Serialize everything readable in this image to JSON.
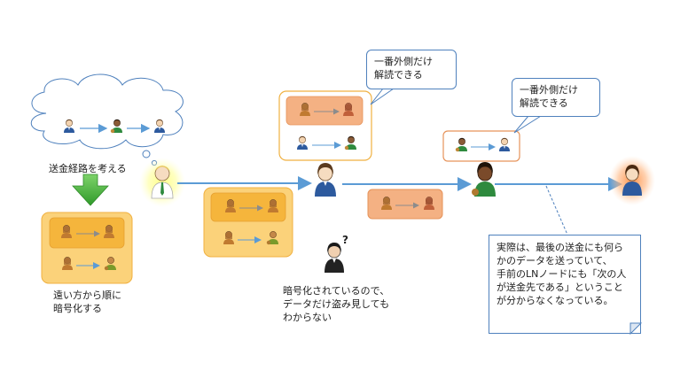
{
  "labels": {
    "route": "送金経路を考える",
    "encrypt": [
      "遠い方から順に",
      "暗号化する"
    ],
    "eavesdrop": [
      "暗号化されているので、",
      "データだけ盗み見しても",
      "わからない"
    ],
    "callout1": [
      "一番外側だけ",
      "解読できる"
    ],
    "callout2": [
      "一番外側だけ",
      "解読できる"
    ],
    "note": [
      "実際は、最後の送金にも何ら",
      "かのデータを送っていて、",
      "手前のLNノードにも「次の人",
      "が送金先である」ということ",
      "が分からなくなっている。"
    ],
    "question": "?"
  },
  "colors": {
    "arrow": "#5b9bd5",
    "orange_fill": "#fbd27a",
    "orange_border": "#f0b040",
    "salmon_fill": "#f4b183",
    "salmon_border": "#e6935a",
    "green_arrow": "#4cae3c",
    "callout_border": "#4f81bd"
  }
}
